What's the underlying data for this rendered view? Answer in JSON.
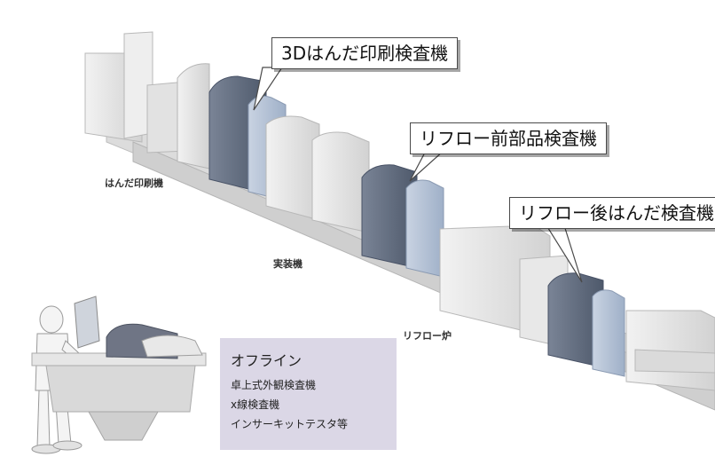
{
  "callouts": {
    "spi": "3Dはんだ印刷検査機",
    "pre_reflow": "リフロー前部品検査機",
    "post_reflow": "リフロー後はんだ検査機"
  },
  "zones": {
    "printer": "はんだ印刷機",
    "mounter": "実装機",
    "reflow": "リフロー炉"
  },
  "offline": {
    "title": "オフライン",
    "items": [
      "卓上式外観検査機",
      "x線検査機",
      "インサーキットテスタ等"
    ]
  },
  "colors": {
    "inspection_unit": "#5f6b80",
    "line_unit": "#e6e6e6",
    "offline_panel": "#dbd7e6",
    "callout_border": "#4a4a4a"
  },
  "icons": {
    "operator": "person-figure",
    "offline_machine": "desktop-inspection-machine"
  }
}
